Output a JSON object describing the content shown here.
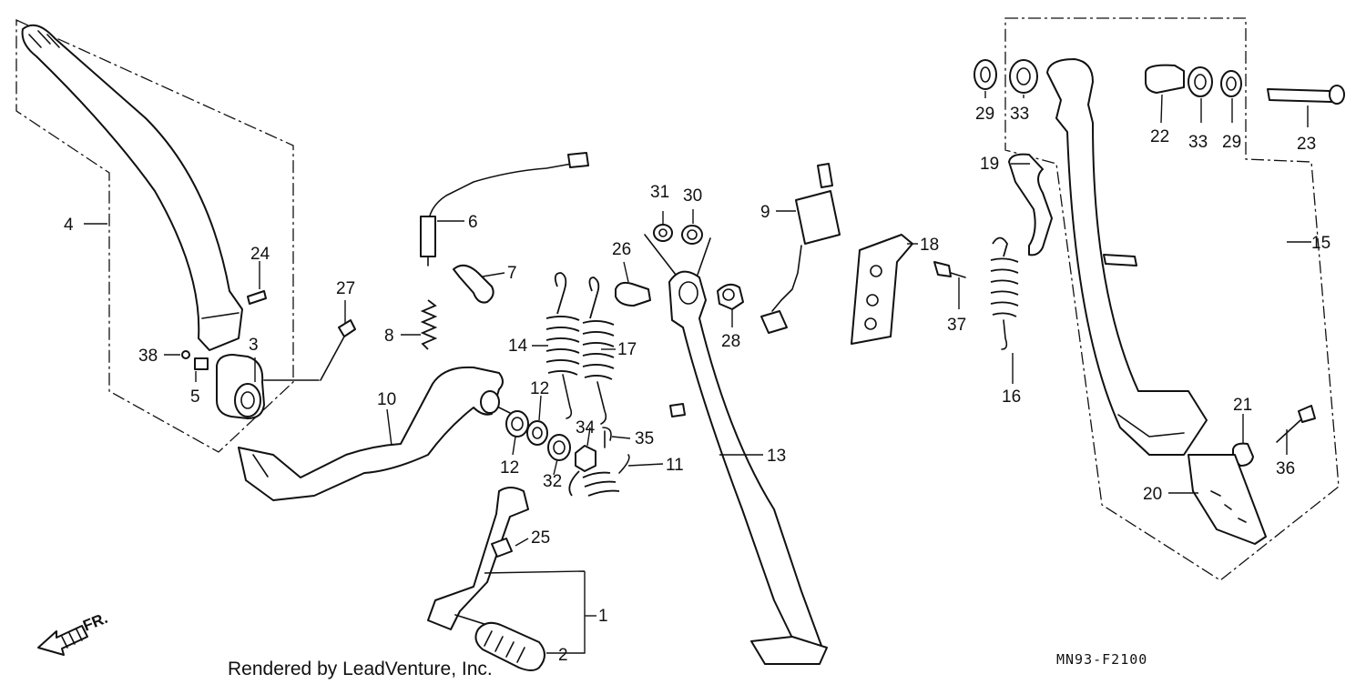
{
  "diagram": {
    "callouts": [
      "1",
      "2",
      "3",
      "4",
      "5",
      "6",
      "7",
      "8",
      "9",
      "10",
      "11",
      "12",
      "12",
      "13",
      "14",
      "15",
      "16",
      "17",
      "18",
      "19",
      "20",
      "21",
      "22",
      "23",
      "24",
      "25",
      "26",
      "27",
      "28",
      "29",
      "29",
      "30",
      "31",
      "32",
      "33",
      "33",
      "34",
      "35",
      "36",
      "37",
      "38"
    ],
    "direction_label": "FR.",
    "drawing_code": "MN93-F2100",
    "credit": "Rendered by LeadVenture, Inc."
  }
}
